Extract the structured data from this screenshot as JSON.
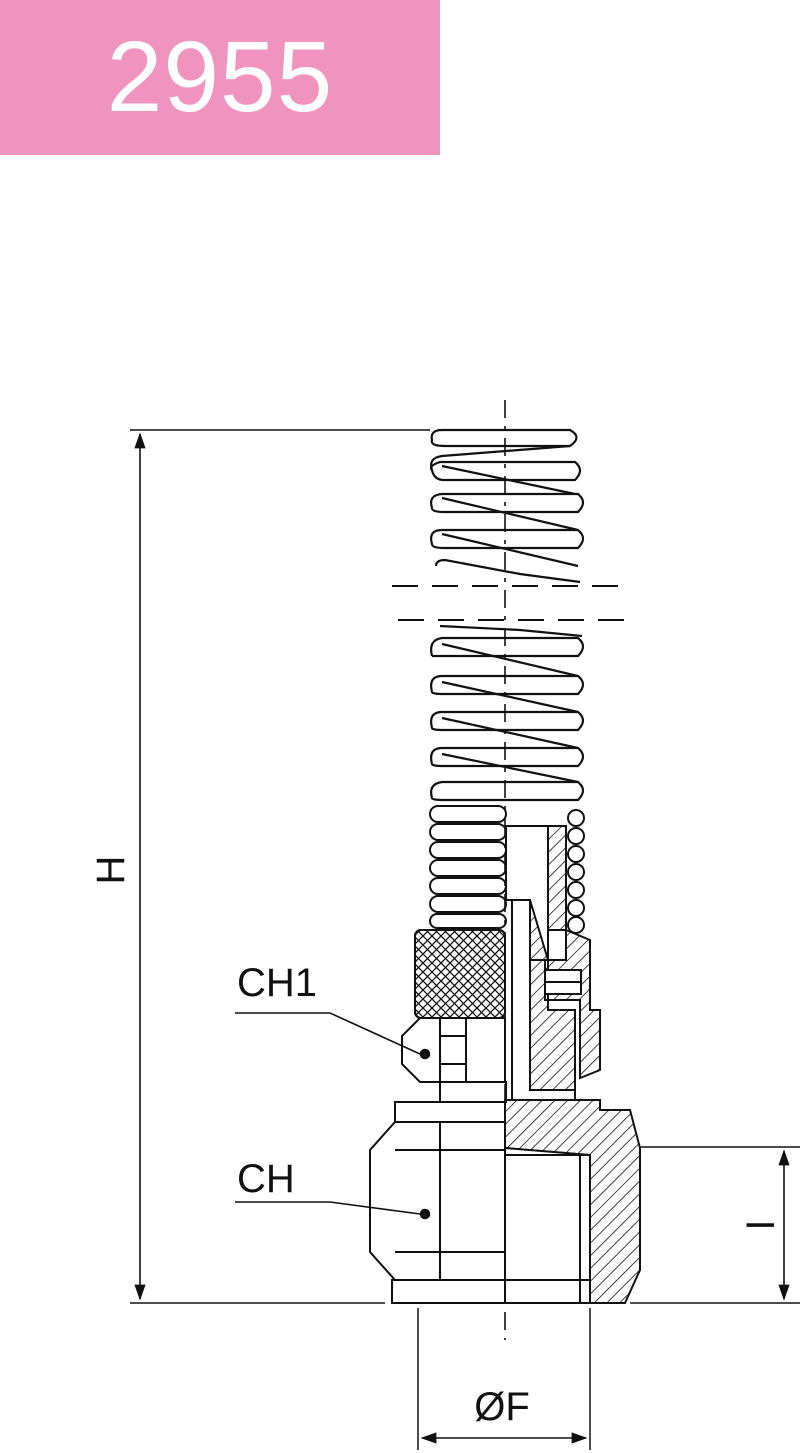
{
  "header": {
    "code": "2955"
  },
  "labels": {
    "height": "H",
    "wrench_nut": "CH1",
    "wrench_body": "CH",
    "thread_length": "I",
    "diameter": "ØF"
  },
  "colors": {
    "badge": "#f094bf",
    "badge_text": "#ffffff",
    "line": "#111111"
  }
}
